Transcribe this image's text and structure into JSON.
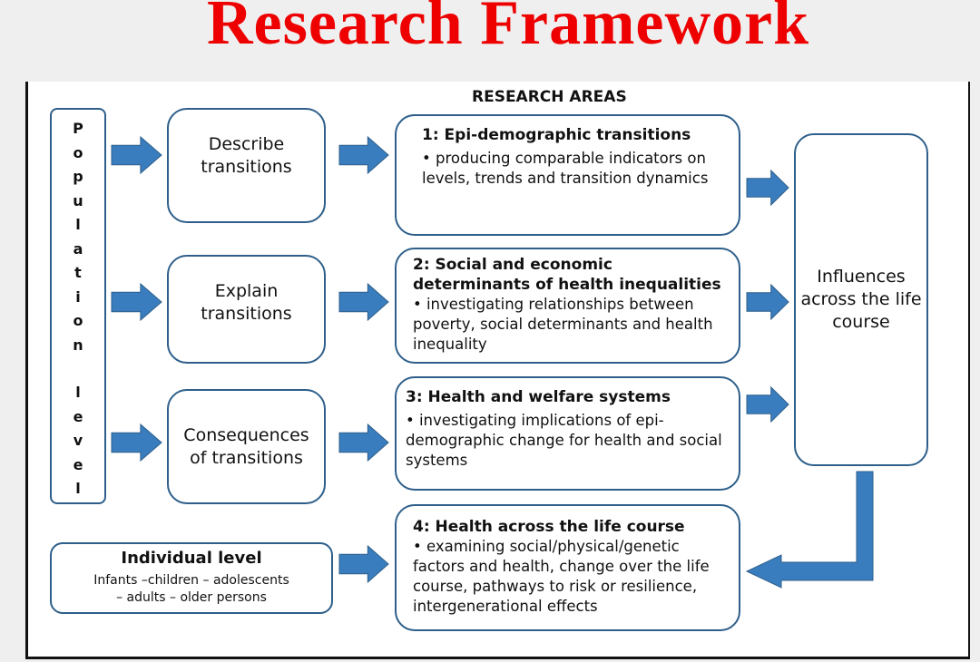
{
  "title": "Research Framework",
  "research_areas_heading": "RESEARCH AREAS",
  "population_level": [
    "P",
    "o",
    "p",
    "u",
    "l",
    "a",
    "t",
    "i",
    "o",
    "n",
    " ",
    "l",
    "e",
    "v",
    "e",
    "l"
  ],
  "stages": [
    {
      "line1": "Describe",
      "line2": "transitions"
    },
    {
      "line1": "Explain",
      "line2": "transitions"
    },
    {
      "line1": "Consequences",
      "line2": "of transitions"
    }
  ],
  "areas": [
    {
      "heading": "1: Epi-demographic transitions",
      "body": "• producing comparable indicators on levels, trends and transition dynamics"
    },
    {
      "heading": "2: Social and economic determinants of health inequalities",
      "body": "• investigating  relationships between poverty, social determinants and health inequality"
    },
    {
      "heading": "3: Health and welfare systems",
      "body": "• investigating implications of epi-demographic change for health and social systems"
    },
    {
      "heading": "4: Health across the life course",
      "body": "• examining social/physical/genetic factors and health, change over the life course, pathways to risk or resilience, intergenerational effects"
    }
  ],
  "influences": "Influences across the life course",
  "individual": {
    "heading": "Individual level",
    "line1": "Infants –children – adolescents",
    "line2": "– adults – older persons"
  },
  "colors": {
    "arrow": "#3a7dbf",
    "border": "#2e5f8a",
    "title": "#ee0000"
  }
}
